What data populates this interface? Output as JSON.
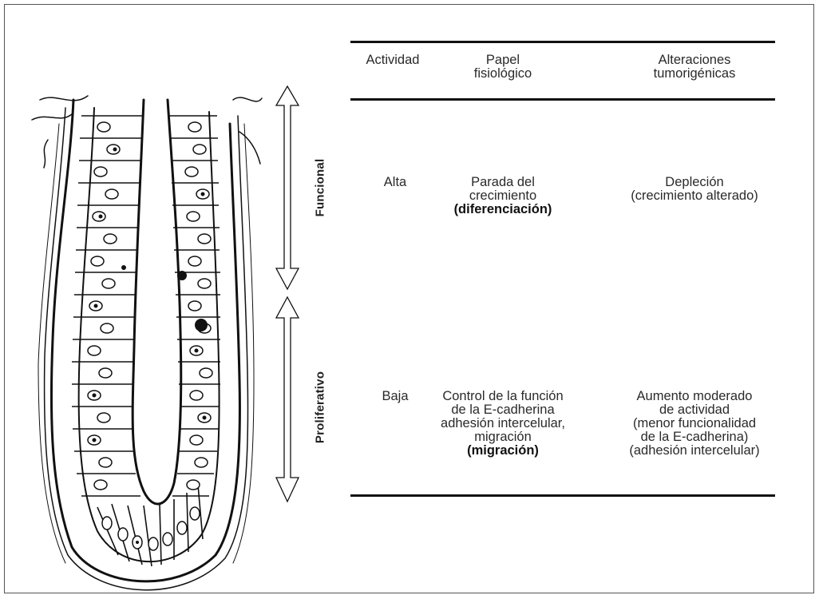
{
  "side_labels": {
    "top": "Funcional",
    "bottom": "Proliferativo"
  },
  "table": {
    "headers": {
      "activity": "Actividad",
      "role_line1": "Papel",
      "role_line2": "fisiológico",
      "alter_line1": "Alteraciones",
      "alter_line2": "tumorigénicas"
    },
    "rows": [
      {
        "activity": "Alta",
        "role": [
          "Parada del",
          "crecimiento"
        ],
        "role_bold": "(diferenciación)",
        "alter": [
          "Depleción",
          "(crecimiento alterado)"
        ]
      },
      {
        "activity": "Baja",
        "role": [
          "Control de la función",
          "de la E-cadherina",
          "adhesión intercelular,",
          "migración"
        ],
        "role_bold": "(migración)",
        "alter": [
          "Aumento moderado",
          "de actividad",
          "(menor funcionalidad",
          "de la E-cadherina)",
          "(adhesión intercelular)"
        ]
      }
    ]
  },
  "colors": {
    "line": "#111111",
    "text": "#2a2a2a"
  }
}
